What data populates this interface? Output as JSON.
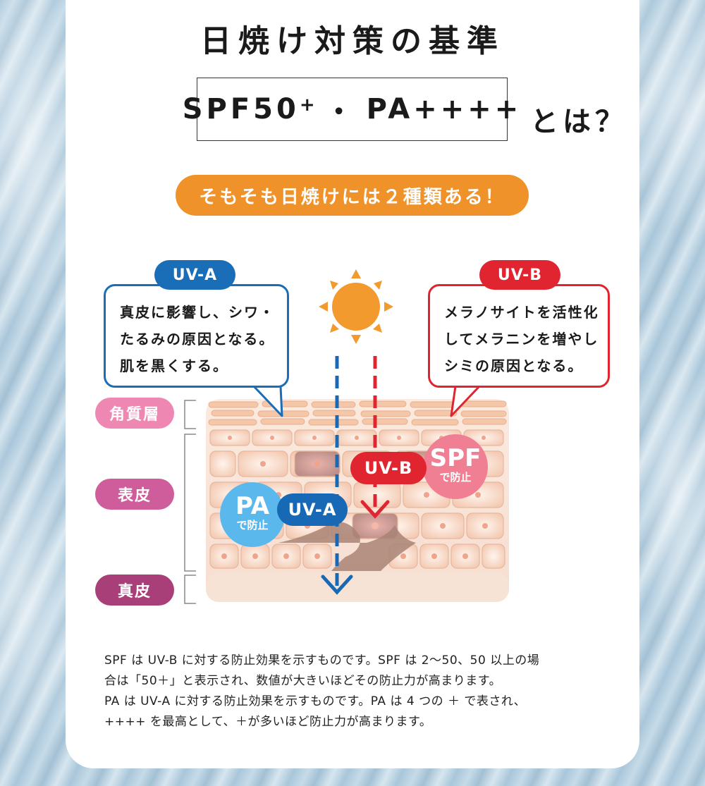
{
  "title": "日焼け対策の基準",
  "spf_box": {
    "spf": "SPF50",
    "plus": "+",
    "sep": "・",
    "pa": "PA++++"
  },
  "toha": "とは？",
  "subtitle": "そもそも日焼けには２種類ある！",
  "uva": {
    "label": "UV-A",
    "lines": [
      "真皮に影響し、シワ・",
      "たるみの原因となる。",
      "肌を黒くする。"
    ],
    "color": "#1a6eb8"
  },
  "uvb": {
    "label": "UV-B",
    "lines": [
      "メラノサイトを活性化",
      "してメラニンを増やし",
      "シミの原因となる。"
    ],
    "color": "#e02530"
  },
  "layers": {
    "stratum": "角質層",
    "epidermis": "表皮",
    "dermis": "真皮"
  },
  "badges": {
    "pa": {
      "big": "PA",
      "small": "で防止"
    },
    "spf": {
      "big": "SPF",
      "small": "で防止"
    }
  },
  "skin_tags": {
    "uva": "UV-A",
    "uvb": "UV-B"
  },
  "description": [
    "SPF は UV-B に対する防止効果を示すものです。SPF は 2〜50、50 以上の場",
    "合は「50＋」と表示され、数値が大きいほどその防止力が高まります。",
    "PA は UV-A に対する防止効果を示すものです。PA は 4 つの ＋ で表され、",
    "++++ を最高として、＋が多いほど防止力が高まります。"
  ],
  "colors": {
    "orange": "#f0922a",
    "sun": "#f29a2e",
    "blue": "#1a6eb8",
    "red": "#e02530"
  }
}
